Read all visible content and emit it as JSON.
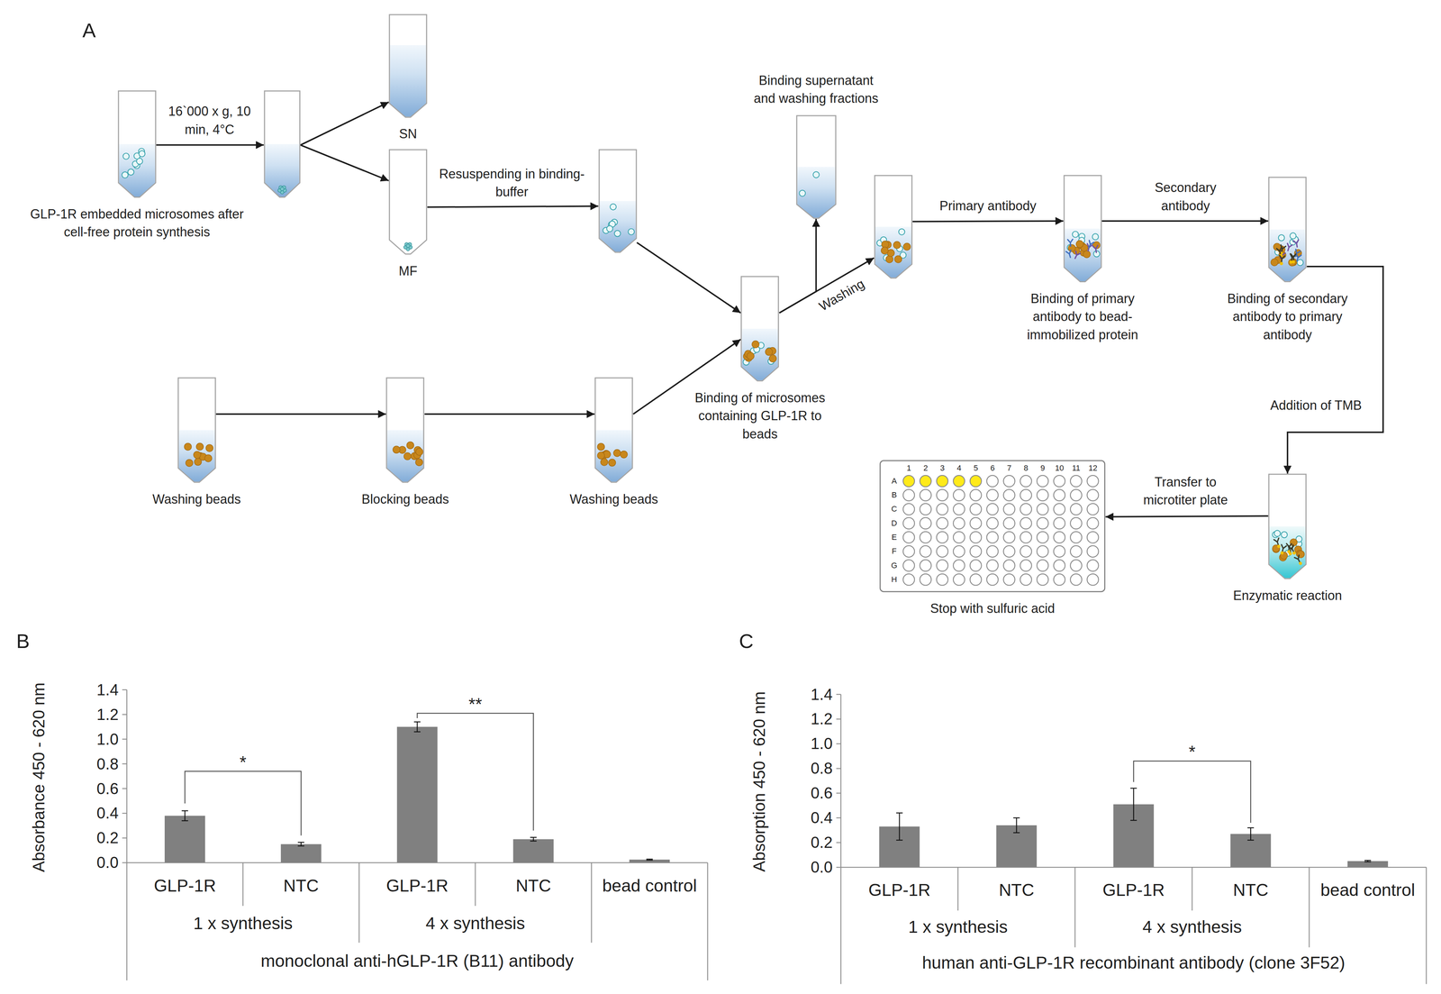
{
  "diagram": {
    "nodes": [
      {
        "text": [
          "GLP-1R embedded microsomes after cell-free protein synthesis"
        ]
      },
      {
        "text": []
      },
      {
        "text": [
          "SN"
        ]
      },
      {
        "text": [
          "MF"
        ]
      },
      {
        "text": []
      },
      {
        "text": [
          "Washing beads"
        ]
      },
      {
        "text": [
          "Blocking beads"
        ]
      },
      {
        "text": [
          "Washing beads"
        ]
      },
      {
        "text": [
          "Binding of microsomes containing GLP-1R to beads"
        ]
      },
      {
        "text": [
          "Binding supernatant and washing fractions"
        ]
      },
      {
        "text": []
      },
      {
        "text": [
          "Binding of primary antibody to bead-immobilized protein"
        ]
      },
      {
        "text": [
          "Binding of secondary antibody to primary antibody"
        ]
      },
      {
        "text": [
          "Enzymatic reaction"
        ]
      },
      {
        "text": [
          "Stop with sulfuric acid"
        ]
      }
    ],
    "edges": [
      {
        "from": 0,
        "to": 1,
        "arrow": "to",
        "label": "16`000 x g, 10 min, 4°C"
      },
      {
        "from": 1,
        "to": 2,
        "arrow": "to"
      },
      {
        "from": 1,
        "to": 3,
        "arrow": "to"
      },
      {
        "from": 3,
        "to": 4,
        "arrow": "to",
        "label": "Resuspending in binding-buffer"
      },
      {
        "from": 4,
        "to": 8,
        "arrow": "to"
      },
      {
        "from": 5,
        "to": 6,
        "arrow": "to"
      },
      {
        "from": 6,
        "to": 7,
        "arrow": "to"
      },
      {
        "from": 7,
        "to": 8,
        "arrow": "to"
      },
      {
        "from": 8,
        "to": 9,
        "arrow": "to"
      },
      {
        "from": 8,
        "to": 10,
        "arrow": "to",
        "label": "Washing"
      },
      {
        "from": 10,
        "to": 11,
        "arrow": "to",
        "label": "Primary antibody"
      },
      {
        "from": 11,
        "to": 12,
        "arrow": "to",
        "label": "Secondary antibody"
      },
      {
        "from": 12,
        "to": 13,
        "arrow": "to",
        "label": "Addition of TMB"
      },
      {
        "from": 13,
        "to": 14,
        "arrow": "to",
        "label": "Transfer to microtiter plate"
      }
    ],
    "labels": [
      "A",
      "1",
      "2",
      "3",
      "4",
      "5",
      "6",
      "7",
      "8",
      "9",
      "10",
      "11",
      "12",
      "A",
      "B",
      "C",
      "D",
      "E",
      "F",
      "G",
      "H",
      "B",
      "Absorbance 450 - 620 nm",
      "0.0",
      "0.2",
      "0.4",
      "0.6",
      "0.8",
      "1.0",
      "1.2",
      "1.4",
      "*",
      "**",
      "GLP-1R",
      "NTC",
      "GLP-1R",
      "NTC",
      "bead control",
      "1 x synthesis",
      "4 x synthesis",
      "monoclonal anti-hGLP-1R (B11) antibody",
      "C",
      "Absorption 450 - 620 nm",
      "0.0",
      "0.2",
      "0.4",
      "0.6",
      "0.8",
      "1.0",
      "1.2",
      "1.4",
      "*",
      "GLP-1R",
      "NTC",
      "GLP-1R",
      "NTC",
      "bead control",
      "1 x synthesis",
      "4 x synthesis",
      "human anti-GLP-1R recombinant antibody (clone 3F52)"
    ]
  }
}
